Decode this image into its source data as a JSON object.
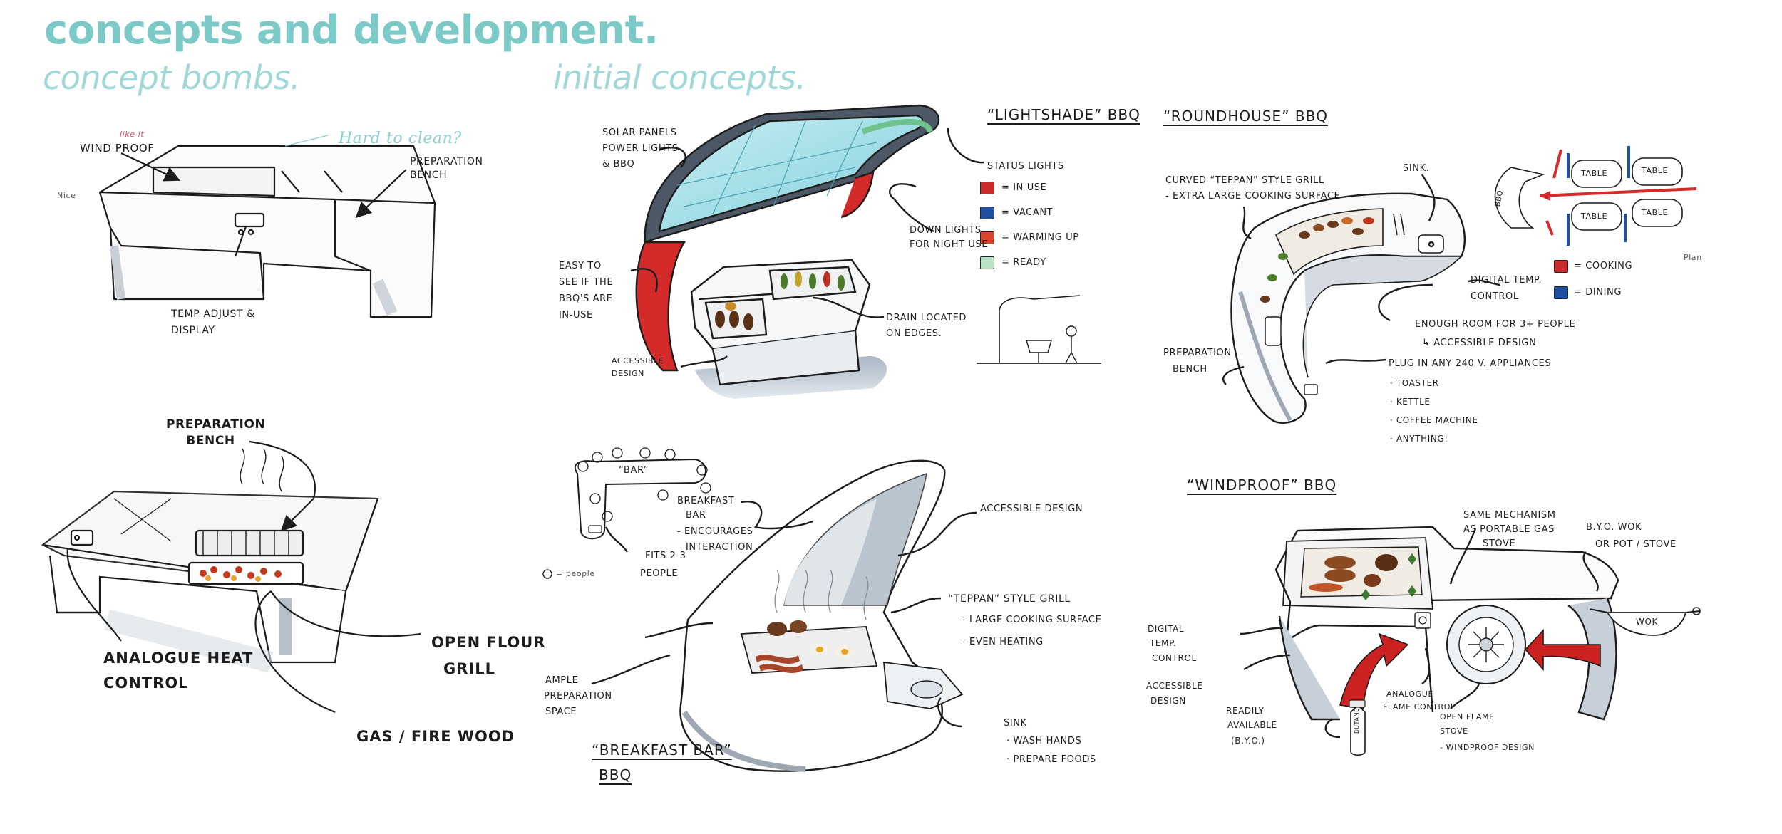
{
  "header": {
    "title": "concepts and development.",
    "concept_bombs_label": "concept bombs.",
    "initial_concepts_label": "initial concepts."
  },
  "colors": {
    "accent_teal": "#7ccac7",
    "status_in_use": "#cc2b2b",
    "status_vacant": "#1f4fa0",
    "status_warming": "#d9452a",
    "status_ready": "#b8e2c4",
    "cooking": "#cc2b2b",
    "dining": "#1f4fa0"
  },
  "concept1": {
    "annotations": {
      "wind_proof": "Wind proof",
      "like_it": "like it",
      "nice": "Nice",
      "hard_to_clean": "Hard to clean?",
      "preparation_bench": "Preparation bench",
      "temp_adjust": "Temp adjust &",
      "display": "display"
    }
  },
  "concept2": {
    "annotations": {
      "preparation_bench": "Preparation bench",
      "analogue_heat": "Analogue heat",
      "control": "control",
      "open_flour": "Open flour",
      "grill": "grill",
      "gas_fire_wood": "Gas / fire wood"
    }
  },
  "lightshade": {
    "title": "“Lightshade” BBQ",
    "solar_1": "Solar panels",
    "solar_2": "power lights",
    "solar_3": "& BBQ",
    "status_lights": "Status lights",
    "legend": [
      {
        "label": "= In use",
        "color_key": "status_in_use"
      },
      {
        "label": "= Vacant",
        "color_key": "status_vacant"
      },
      {
        "label": "= Warming up",
        "color_key": "status_warming"
      },
      {
        "label": "= Ready",
        "color_key": "status_ready"
      }
    ],
    "down_lights_1": "Down lights",
    "down_lights_2": "for night use",
    "easy_1": "Easy to",
    "easy_2": "see if the",
    "easy_3": "BBQ's are",
    "easy_4": "in-use",
    "drain_1": "Drain located",
    "drain_2": "on edges.",
    "accessible_1": "Accessible",
    "accessible_2": "design"
  },
  "roundhouse": {
    "title": "“Roundhouse” BBQ",
    "curved_1": "Curved “Teppan” style grill",
    "curved_2": "- Extra large cooking surface",
    "sink": "Sink.",
    "digital_1": "Digital temp.",
    "digital_2": "control",
    "room": "Enough room for 3+ people",
    "accessible": "↳ Accessible design",
    "plug": "Plug in any 240 V. appliances",
    "appliances": [
      "· Toaster",
      "· Kettle",
      "· Coffee machine",
      "· Anything!"
    ],
    "prep_1": "Preparation",
    "prep_2": "bench",
    "plan": {
      "tables": [
        "Table",
        "Table",
        "Table",
        "Table"
      ],
      "bbq": "BBQ",
      "cooking": "= Cooking",
      "dining": "= Dining",
      "plan_label": "Plan"
    }
  },
  "breakfast": {
    "bar_label": "“Bar”",
    "people_key": "= people",
    "breakfast_1": "Breakfast",
    "breakfast_2": "bar",
    "enc_1": "- Encourages",
    "enc_2": "interaction",
    "fits_1": "Fits 2-3",
    "fits_2": "people",
    "accessible": "Accessible design",
    "teppan": "“Teppan” style grill",
    "large": "- Large cooking surface",
    "even": "- Even heating",
    "ample_1": "Ample",
    "ample_2": "preparation",
    "ample_3": "space",
    "sink": "Sink",
    "wash": "· Wash hands",
    "prepare": "· Prepare foods",
    "title_1": "“Breakfast Bar”",
    "title_2": "BBQ"
  },
  "windproof": {
    "title": "“Windproof” BBQ",
    "same_1": "Same mechanism",
    "same_2": "as portable gas",
    "same_3": "stove",
    "byo_1": "B.Y.O. Wok",
    "byo_2": "or pot / stove",
    "wok": "Wok",
    "digital_1": "Digital",
    "digital_2": "temp.",
    "digital_3": "control",
    "accessible_1": "Accessible",
    "accessible_2": "design",
    "readily_1": "Readily",
    "readily_2": "available",
    "readily_3": "(B.Y.O.)",
    "analogue_1": "Analogue",
    "analogue_2": "flame control",
    "open_1": "Open flame",
    "open_2": "stove",
    "open_3": "- Windproof design",
    "butane": "Butane"
  }
}
